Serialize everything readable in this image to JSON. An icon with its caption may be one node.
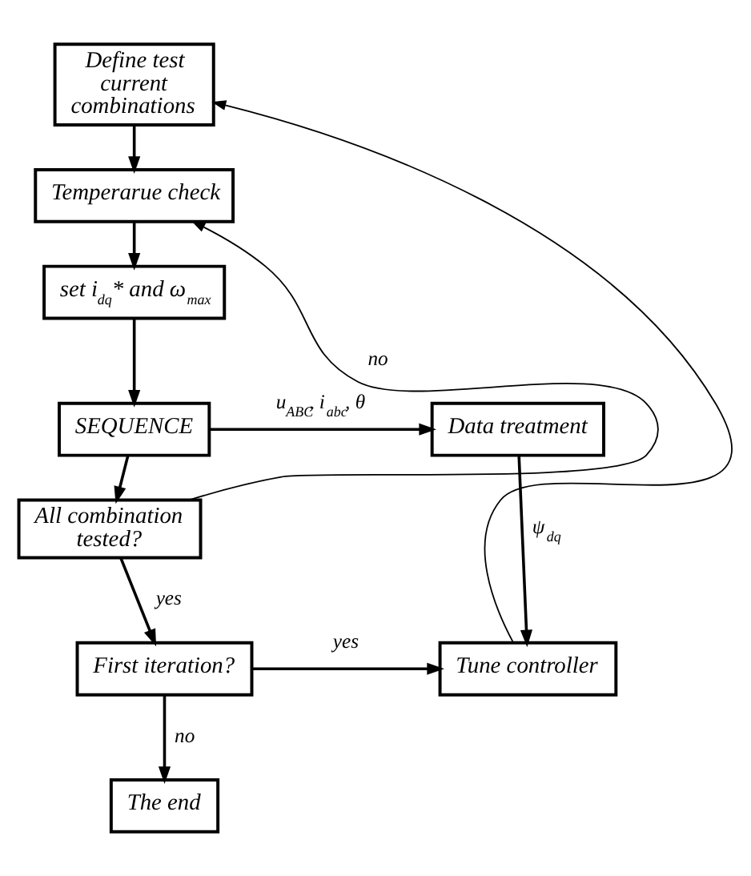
{
  "diagram": {
    "nodes": [
      {
        "text": [
          "Define test current combinations"
        ]
      },
      {
        "text": [
          "Temperarue check"
        ]
      },
      {
        "text": [
          "set i$_{dq}$* and ω$_{max}$"
        ]
      },
      {
        "text": [
          "SEQUENCE"
        ]
      },
      {
        "text": [
          "Data treatment"
        ]
      },
      {
        "text": [
          "All combination tested?"
        ]
      },
      {
        "text": [
          "First iteration?"
        ]
      },
      {
        "text": [
          "The end"
        ]
      },
      {
        "text": [
          "Tune controller"
        ]
      }
    ],
    "edges": [
      {
        "from": 0,
        "to": 1,
        "arrow": "to"
      },
      {
        "from": 1,
        "to": 2,
        "arrow": "to"
      },
      {
        "from": 2,
        "to": 3,
        "arrow": "to"
      },
      {
        "from": 3,
        "to": 4,
        "arrow": "to",
        "label": "u$_{ABC}$, i$_{abc}$, θ"
      },
      {
        "from": 4,
        "to": 8,
        "arrow": "to",
        "label": "ψ$_{dq}$"
      },
      {
        "from": 3,
        "to": 5,
        "arrow": "to"
      },
      {
        "from": 5,
        "to": 1,
        "arrow": "to",
        "label": "no"
      },
      {
        "from": 5,
        "to": 6,
        "arrow": "to",
        "label": "yes"
      },
      {
        "from": 6,
        "to": 8,
        "arrow": "to",
        "label": "yes"
      },
      {
        "from": 6,
        "to": 7,
        "arrow": "to",
        "label": "no"
      },
      {
        "from": 8,
        "to": 0,
        "arrow": "to"
      }
    ]
  }
}
